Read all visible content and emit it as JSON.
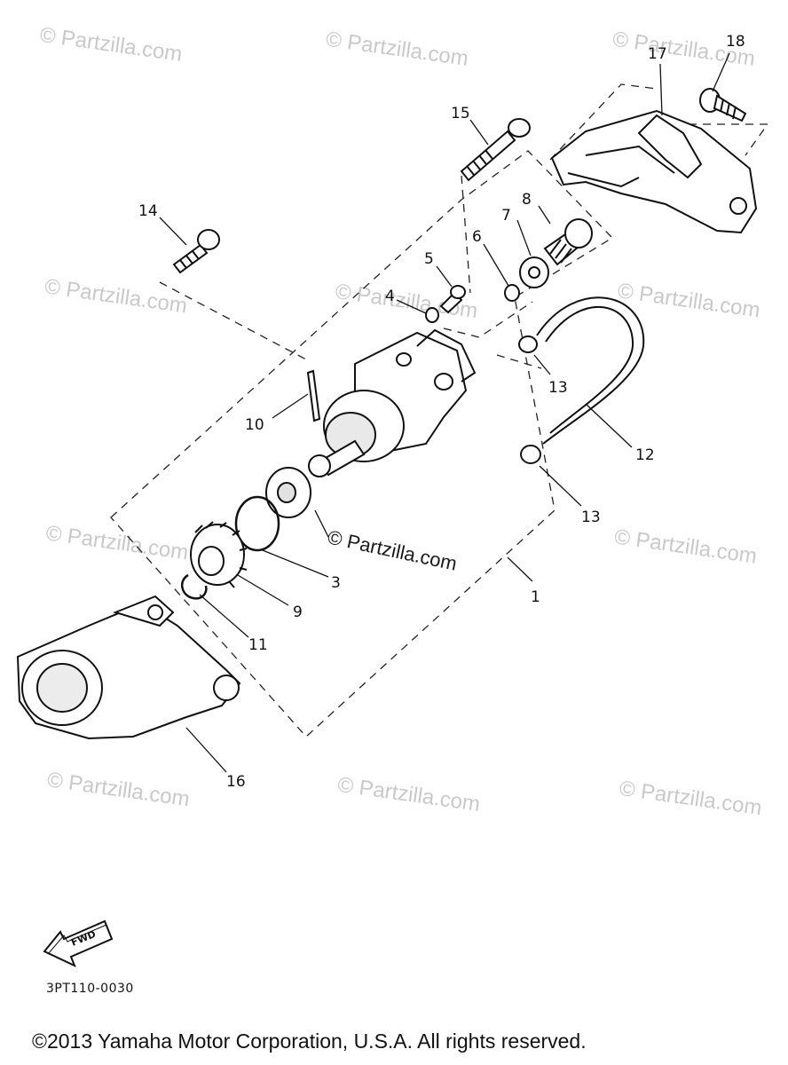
{
  "watermark": "© Partzilla.com",
  "fwd_label": "FWD",
  "figure_code": "3PT110-0030",
  "copyright": "©2013 Yamaha Motor Corporation, U.S.A. All rights reserved.",
  "callouts": [
    "1",
    "3",
    "4",
    "5",
    "6",
    "7",
    "8",
    "9",
    "10",
    "11",
    "12",
    "13",
    "13",
    "14",
    "15",
    "16",
    "17",
    "18"
  ]
}
